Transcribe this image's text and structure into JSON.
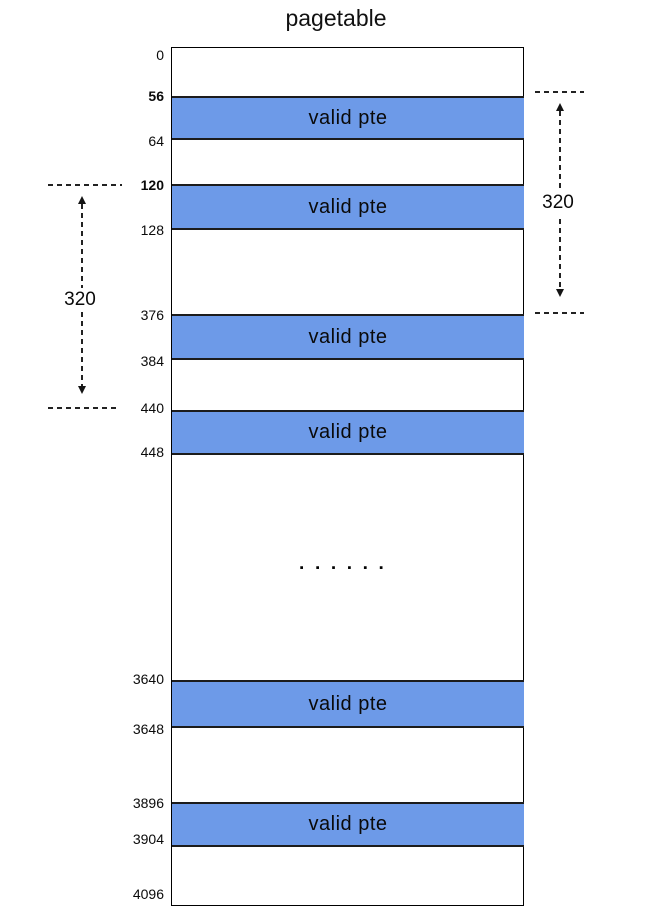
{
  "title": "pagetable",
  "colors": {
    "band_fill": "#6D9AE8",
    "band_border": "#1c1c1c",
    "box_border": "#000000",
    "dash_color": "#222222"
  },
  "pagetable": {
    "offsets": [
      "0",
      "56",
      "64",
      "120",
      "128",
      "376",
      "384",
      "440",
      "448",
      "3640",
      "3648",
      "3896",
      "3904",
      "4096"
    ],
    "bands": [
      {
        "label": "valid pte",
        "range": "56-64"
      },
      {
        "label": "valid pte",
        "range": "120-128"
      },
      {
        "label": "valid pte",
        "range": "376-384"
      },
      {
        "label": "valid pte",
        "range": "440-448"
      },
      {
        "label": "valid pte",
        "range": "3640-3648"
      },
      {
        "label": "valid pte",
        "range": "3896-3904"
      }
    ],
    "ellipsis": "▪▪▪▪▪▪",
    "annotations": {
      "left": {
        "label": "320",
        "from": "120",
        "to": "440"
      },
      "right": {
        "label": "320",
        "from": "56",
        "to": "376"
      }
    }
  }
}
